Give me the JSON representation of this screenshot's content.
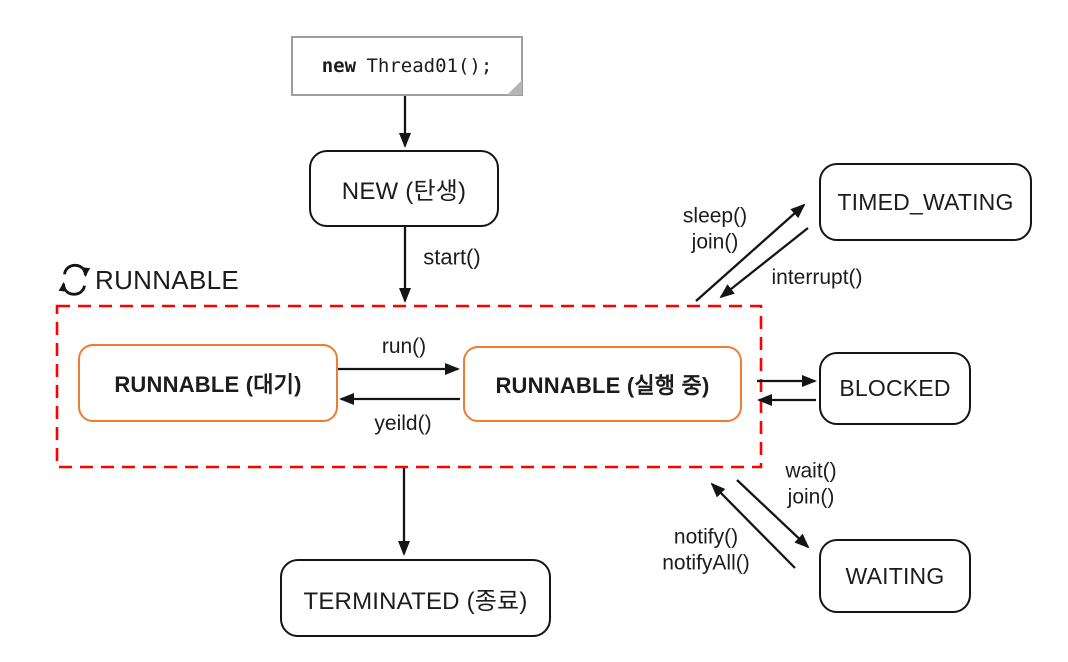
{
  "code_box": {
    "keyword": "new",
    "code": "Thread01();"
  },
  "nodes": {
    "new": "NEW (탄생)",
    "runnable_group": "RUNNABLE",
    "runnable_ready": "RUNNABLE (대기)",
    "runnable_running": "RUNNABLE (실행 중)",
    "terminated": "TERMINATED (종료)",
    "timed_waiting": "TIMED_WATING",
    "blocked": "BLOCKED",
    "waiting": "WAITING"
  },
  "transitions": {
    "start": "start()",
    "run": "run()",
    "yield": "yeild()",
    "sleep": "sleep()",
    "sleep_join": "join()",
    "interrupt": "interrupt()",
    "wait": "wait()",
    "wait_join": "join()",
    "notify": "notify()",
    "notify_all": "notifyAll()"
  },
  "colors": {
    "accent_orange": "#ED7D31",
    "group_dashed_red": "#FF0000",
    "node_border_black": "#151515",
    "code_border_gray": "#9E9E9E"
  }
}
